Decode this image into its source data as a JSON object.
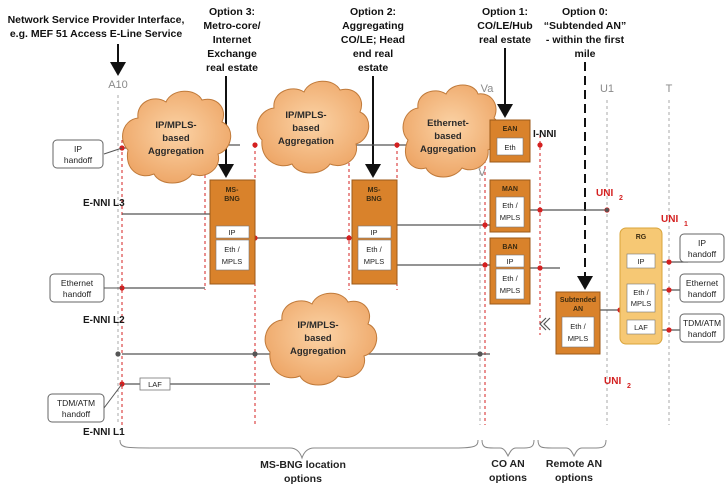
{
  "headers": {
    "nsp_line1": "Network Service Provider Interface,",
    "nsp_line2": "e.g. MEF 51 Access E-Line Service",
    "opt3_line1": "Option 3:",
    "opt3_line2": "Metro-core/",
    "opt3_line3": "Internet",
    "opt3_line4": "Exchange",
    "opt3_line5": "real estate",
    "opt2_line1": "Option 2:",
    "opt2_line2": "Aggregating",
    "opt2_line3": "CO/LE; Head",
    "opt2_line4": "end real",
    "opt2_line5": "estate",
    "opt1_line1": "Option 1:",
    "opt1_line2": "CO/LE/Hub",
    "opt1_line3": "real estate",
    "opt0_line1": "Option 0:",
    "opt0_line2": "“Subtended AN”",
    "opt0_line3": "- within the first",
    "opt0_line4": "mile"
  },
  "refpoints": {
    "a10": "A10",
    "va": "Va",
    "v": "V",
    "u1": "U1",
    "t": "T"
  },
  "interfaces": {
    "enni_l3": "E-NNI L3",
    "enni_l2": "E-NNI L2",
    "enni_l1": "E-NNI L1",
    "inni": "I-NNI",
    "uni2_top": "UNI",
    "uni2_top_sub": "2",
    "uni1": "UNI",
    "uni1_sub": "1",
    "uni2_bottom": "UNI",
    "uni2_bottom_sub": "2"
  },
  "clouds": {
    "c1_l1": "IP/MPLS-",
    "c1_l2": "based",
    "c1_l3": "Aggregation",
    "c2_l1": "IP/MPLS-",
    "c2_l2": "based",
    "c2_l3": "Aggregation",
    "c3_l1": "Ethernet-",
    "c3_l2": "based",
    "c3_l3": "Aggregation",
    "c4_l1": "IP/MPLS-",
    "c4_l2": "based",
    "c4_l3": "Aggregation"
  },
  "nodes": {
    "msbng1_title_l1": "MS-",
    "msbng1_title_l2": "BNG",
    "msbng2_title_l1": "MS-",
    "msbng2_title_l2": "BNG",
    "ip": "IP",
    "eth_l1": "Eth /",
    "mpls": "MPLS",
    "ean_title": "EAN",
    "eth": "Eth",
    "man_title": "MAN",
    "ban_title": "BAN",
    "subtended_l1": "Subtended",
    "subtended_l2": "AN",
    "rg_title": "RG",
    "laf": "LAF"
  },
  "handoffs": {
    "ip_left_l1": "IP",
    "ip_left_l2": "handoff",
    "eth_left_l1": "Ethernet",
    "eth_left_l2": "handoff",
    "tdm_left_l1": "TDM/ATM",
    "tdm_left_l2": "handoff",
    "ip_right_l1": "IP",
    "ip_right_l2": "handoff",
    "eth_right_l1": "Ethernet",
    "eth_right_l2": "handoff",
    "tdm_right_l1": "TDM/ATM",
    "tdm_right_l2": "handoff"
  },
  "footer": {
    "msbng_l1": "MS-BNG location",
    "msbng_l2": "options",
    "coan_l1": "CO AN",
    "coan_l2": "options",
    "remote_l1": "Remote AN",
    "remote_l2": "options"
  },
  "colors": {
    "orange": "#d9822b",
    "light_orange": "#f6c874",
    "cloud_fill": "#f4b97c",
    "red": "#d42020"
  }
}
